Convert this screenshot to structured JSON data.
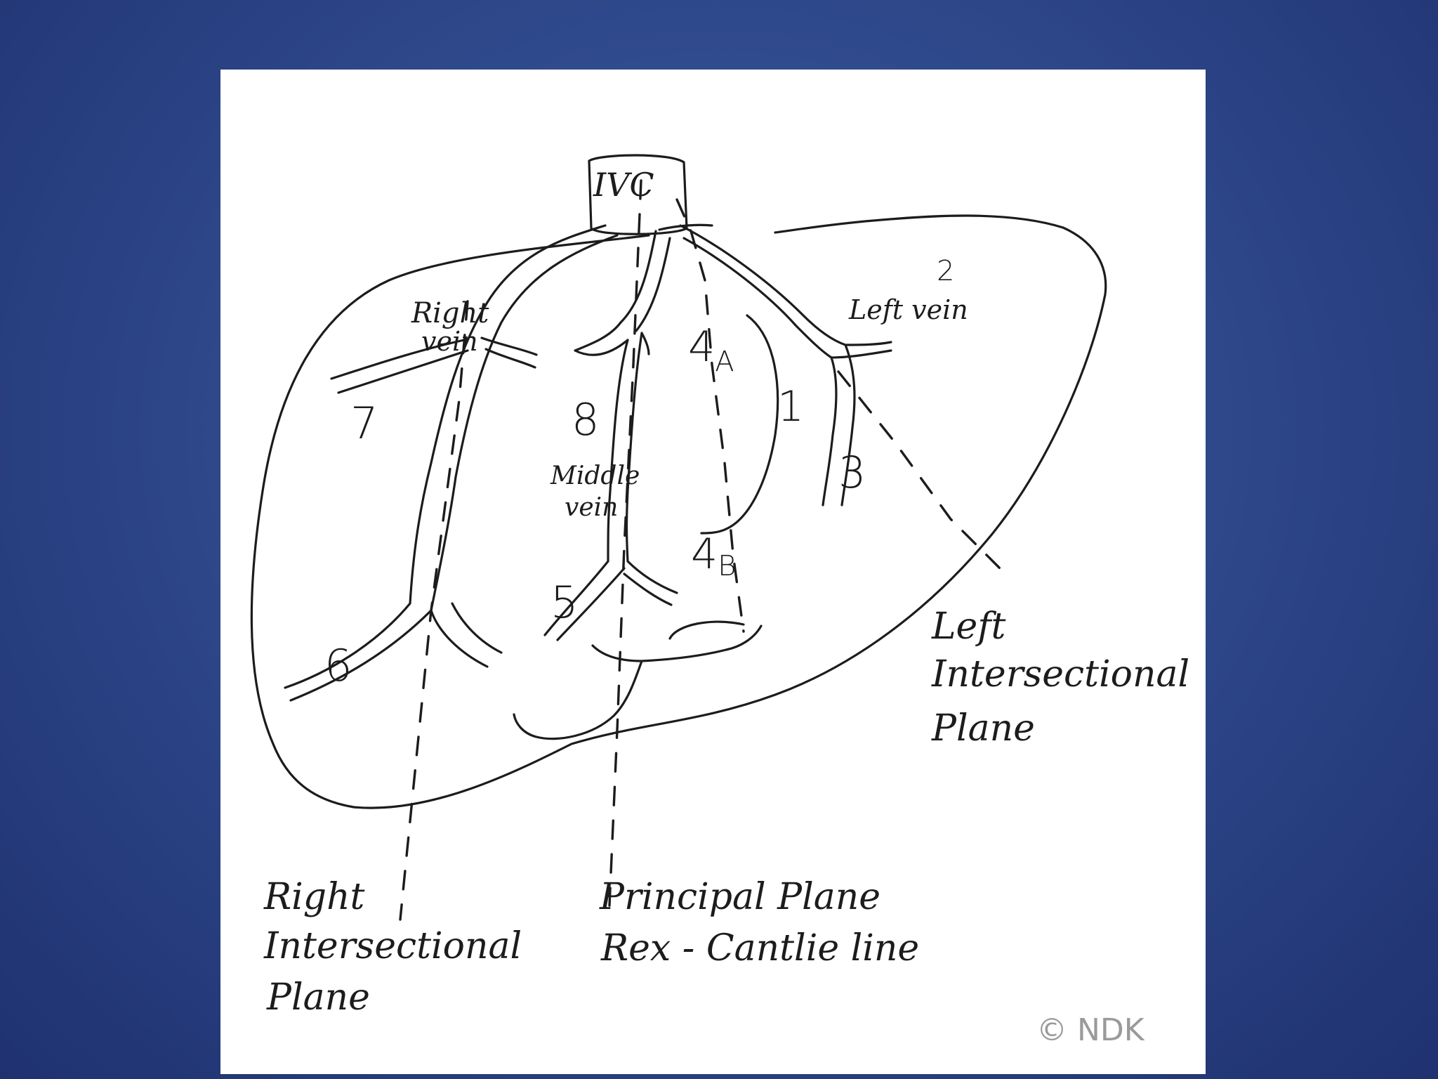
{
  "diagram": {
    "labels": {
      "ivc": "IVC",
      "right_vein": [
        "Right",
        "vein"
      ],
      "left_vein": "Left vein",
      "middle_vein": [
        "Middle",
        "vein"
      ],
      "segment_1": "1",
      "segment_2": "2",
      "segment_3": "3",
      "segment_4a_num": "4",
      "segment_4a_sub": "A",
      "segment_4b_num": "4",
      "segment_4b_sub": "B",
      "segment_5": "5",
      "segment_6": "6",
      "segment_7": "7",
      "segment_8": "8",
      "right_plane": [
        "Right",
        "Intersectional",
        "Plane"
      ],
      "principal_plane": [
        "Principal Plane",
        "Rex - Cantlie line"
      ],
      "left_plane": [
        "Left",
        "Intersectional",
        "Plane"
      ]
    },
    "copyright": "© NDK"
  }
}
